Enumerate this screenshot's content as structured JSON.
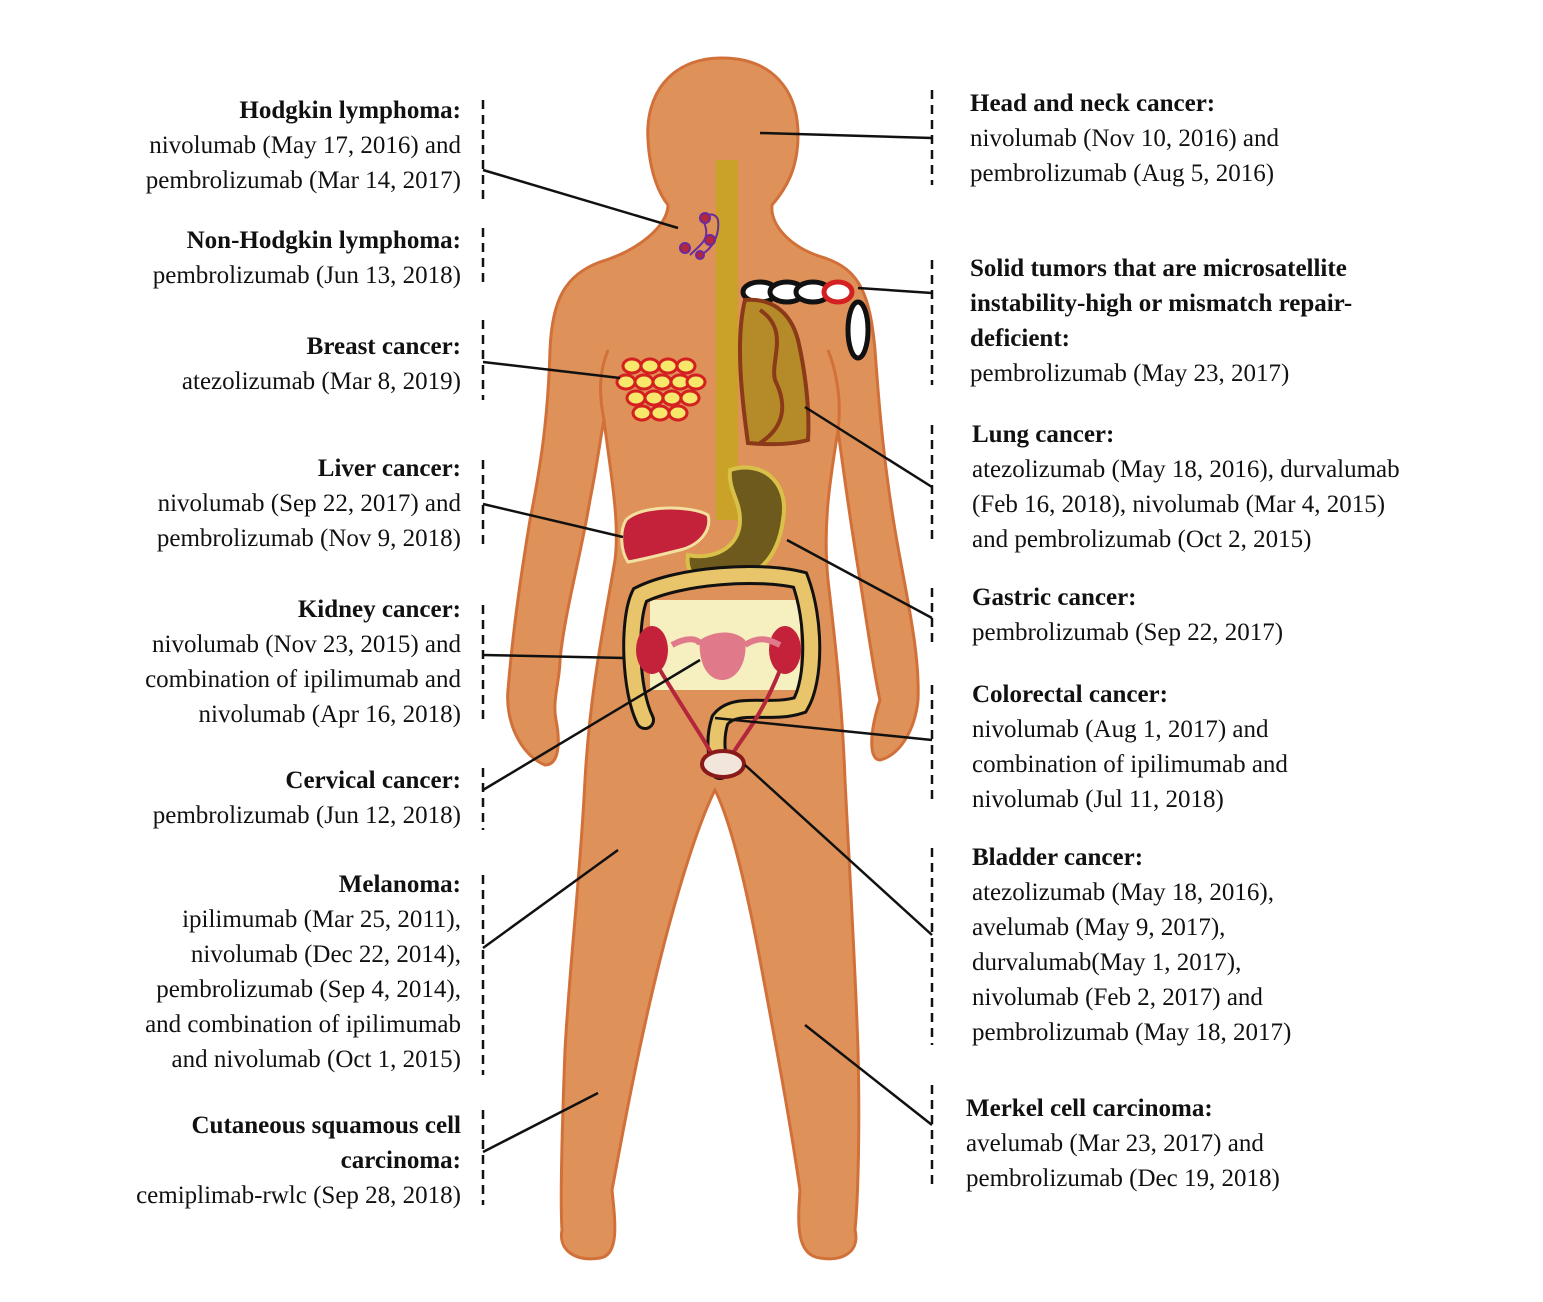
{
  "left_labels": [
    {
      "title": "Hodgkin lymphoma:",
      "lines": [
        "nivolumab (May 17, 2016) and",
        "pembrolizumab (Mar 14, 2017)"
      ]
    },
    {
      "title": "Non-Hodgkin lymphoma:",
      "lines": [
        "pembrolizumab (Jun 13, 2018)"
      ]
    },
    {
      "title": "Breast cancer:",
      "lines": [
        "atezolizumab (Mar 8, 2019)"
      ]
    },
    {
      "title": "Liver cancer:",
      "lines": [
        "nivolumab (Sep 22, 2017) and",
        "pembrolizumab (Nov 9, 2018)"
      ]
    },
    {
      "title": "Kidney cancer:",
      "lines": [
        "nivolumab (Nov 23, 2015) and",
        "combination of ipilimumab and",
        "nivolumab (Apr 16, 2018)"
      ]
    },
    {
      "title": "Cervical cancer:",
      "lines": [
        "pembrolizumab (Jun 12, 2018)"
      ]
    },
    {
      "title": "Melanoma:",
      "lines": [
        "ipilimumab (Mar 25, 2011),",
        "nivolumab (Dec 22, 2014),",
        "pembrolizumab (Sep 4, 2014),",
        "and combination of ipilimumab",
        "and nivolumab (Oct 1, 2015)"
      ]
    },
    {
      "title_lines": [
        "Cutaneous squamous cell",
        "carcinoma:"
      ],
      "lines": [
        "cemiplimab-rwlc (Sep 28, 2018)"
      ]
    }
  ],
  "right_labels": [
    {
      "title": "Head and neck cancer:",
      "lines": [
        "nivolumab (Nov 10, 2016) and",
        "pembrolizumab (Aug 5, 2016)"
      ]
    },
    {
      "title_lines": [
        "Solid tumors that are microsatellite",
        "instability-high or mismatch repair-",
        "deficient:"
      ],
      "lines": [
        "pembrolizumab (May 23, 2017)"
      ]
    },
    {
      "title": "Lung cancer:",
      "lines": [
        "atezolizumab (May 18, 2016), durvalumab",
        "(Feb 16, 2018), nivolumab (Mar 4, 2015)",
        "and pembrolizumab (Oct 2, 2015)"
      ]
    },
    {
      "title": "Gastric cancer:",
      "lines": [
        "pembrolizumab (Sep 22, 2017)"
      ]
    },
    {
      "title": "Colorectal cancer:",
      "lines": [
        "nivolumab (Aug 1, 2017) and",
        "combination of ipilimumab and",
        "nivolumab (Jul 11, 2018)"
      ]
    },
    {
      "title": "Bladder cancer:",
      "lines": [
        "atezolizumab (May 18, 2016),",
        "avelumab (May 9, 2017),",
        "durvalumab(May 1, 2017),",
        "nivolumab (Feb 2, 2017) and",
        "pembrolizumab (May 18, 2017)"
      ]
    },
    {
      "title": "Merkel cell carcinoma:",
      "lines": [
        "avelumab (Mar 23, 2017) and",
        "pembrolizumab (Dec 19, 2018)"
      ]
    }
  ],
  "colors": {
    "skin": "#de9158",
    "skin_outline": "#d2703a",
    "esophagus": "#c9a227",
    "organ_red": "#c4213a",
    "colon": "#e8c46a"
  }
}
